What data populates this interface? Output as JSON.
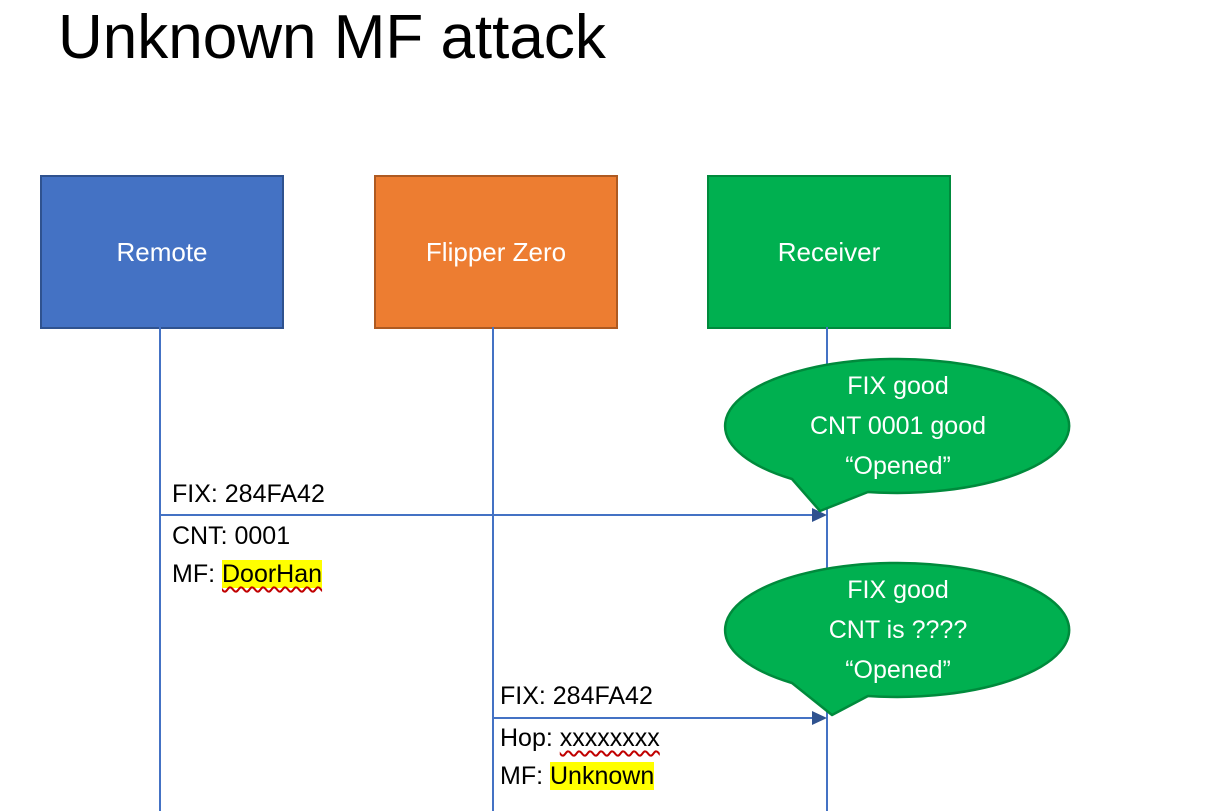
{
  "title": "Unknown MF attack",
  "colors": {
    "remote_blue": "#4472C4",
    "flipper_orange": "#ED7D31",
    "receiver_green": "#00B050",
    "line_blue": "#4472C4",
    "arrowhead_navy": "#2F528F",
    "highlight_yellow": "#FFFF00",
    "squiggle_red": "#C00000"
  },
  "actors": [
    {
      "label": "Remote"
    },
    {
      "label": "Flipper Zero"
    },
    {
      "label": "Receiver"
    }
  ],
  "message1": {
    "line1": "FIX: 284FA42",
    "line2": "CNT: 0001",
    "line3_prefix": "MF: ",
    "line3_value": "DoorHan"
  },
  "message2": {
    "line1": "FIX: 284FA42",
    "line2_prefix": "Hop: ",
    "line2_value": "xxxxxxxx",
    "line3_prefix": "MF: ",
    "line3_value": "Unknown"
  },
  "bubbles": [
    {
      "line1": "FIX good",
      "line2": "CNT 0001 good",
      "line3": "“Opened”"
    },
    {
      "line1": "FIX good",
      "line2": "CNT is ????",
      "line3": "“Opened”"
    }
  ]
}
